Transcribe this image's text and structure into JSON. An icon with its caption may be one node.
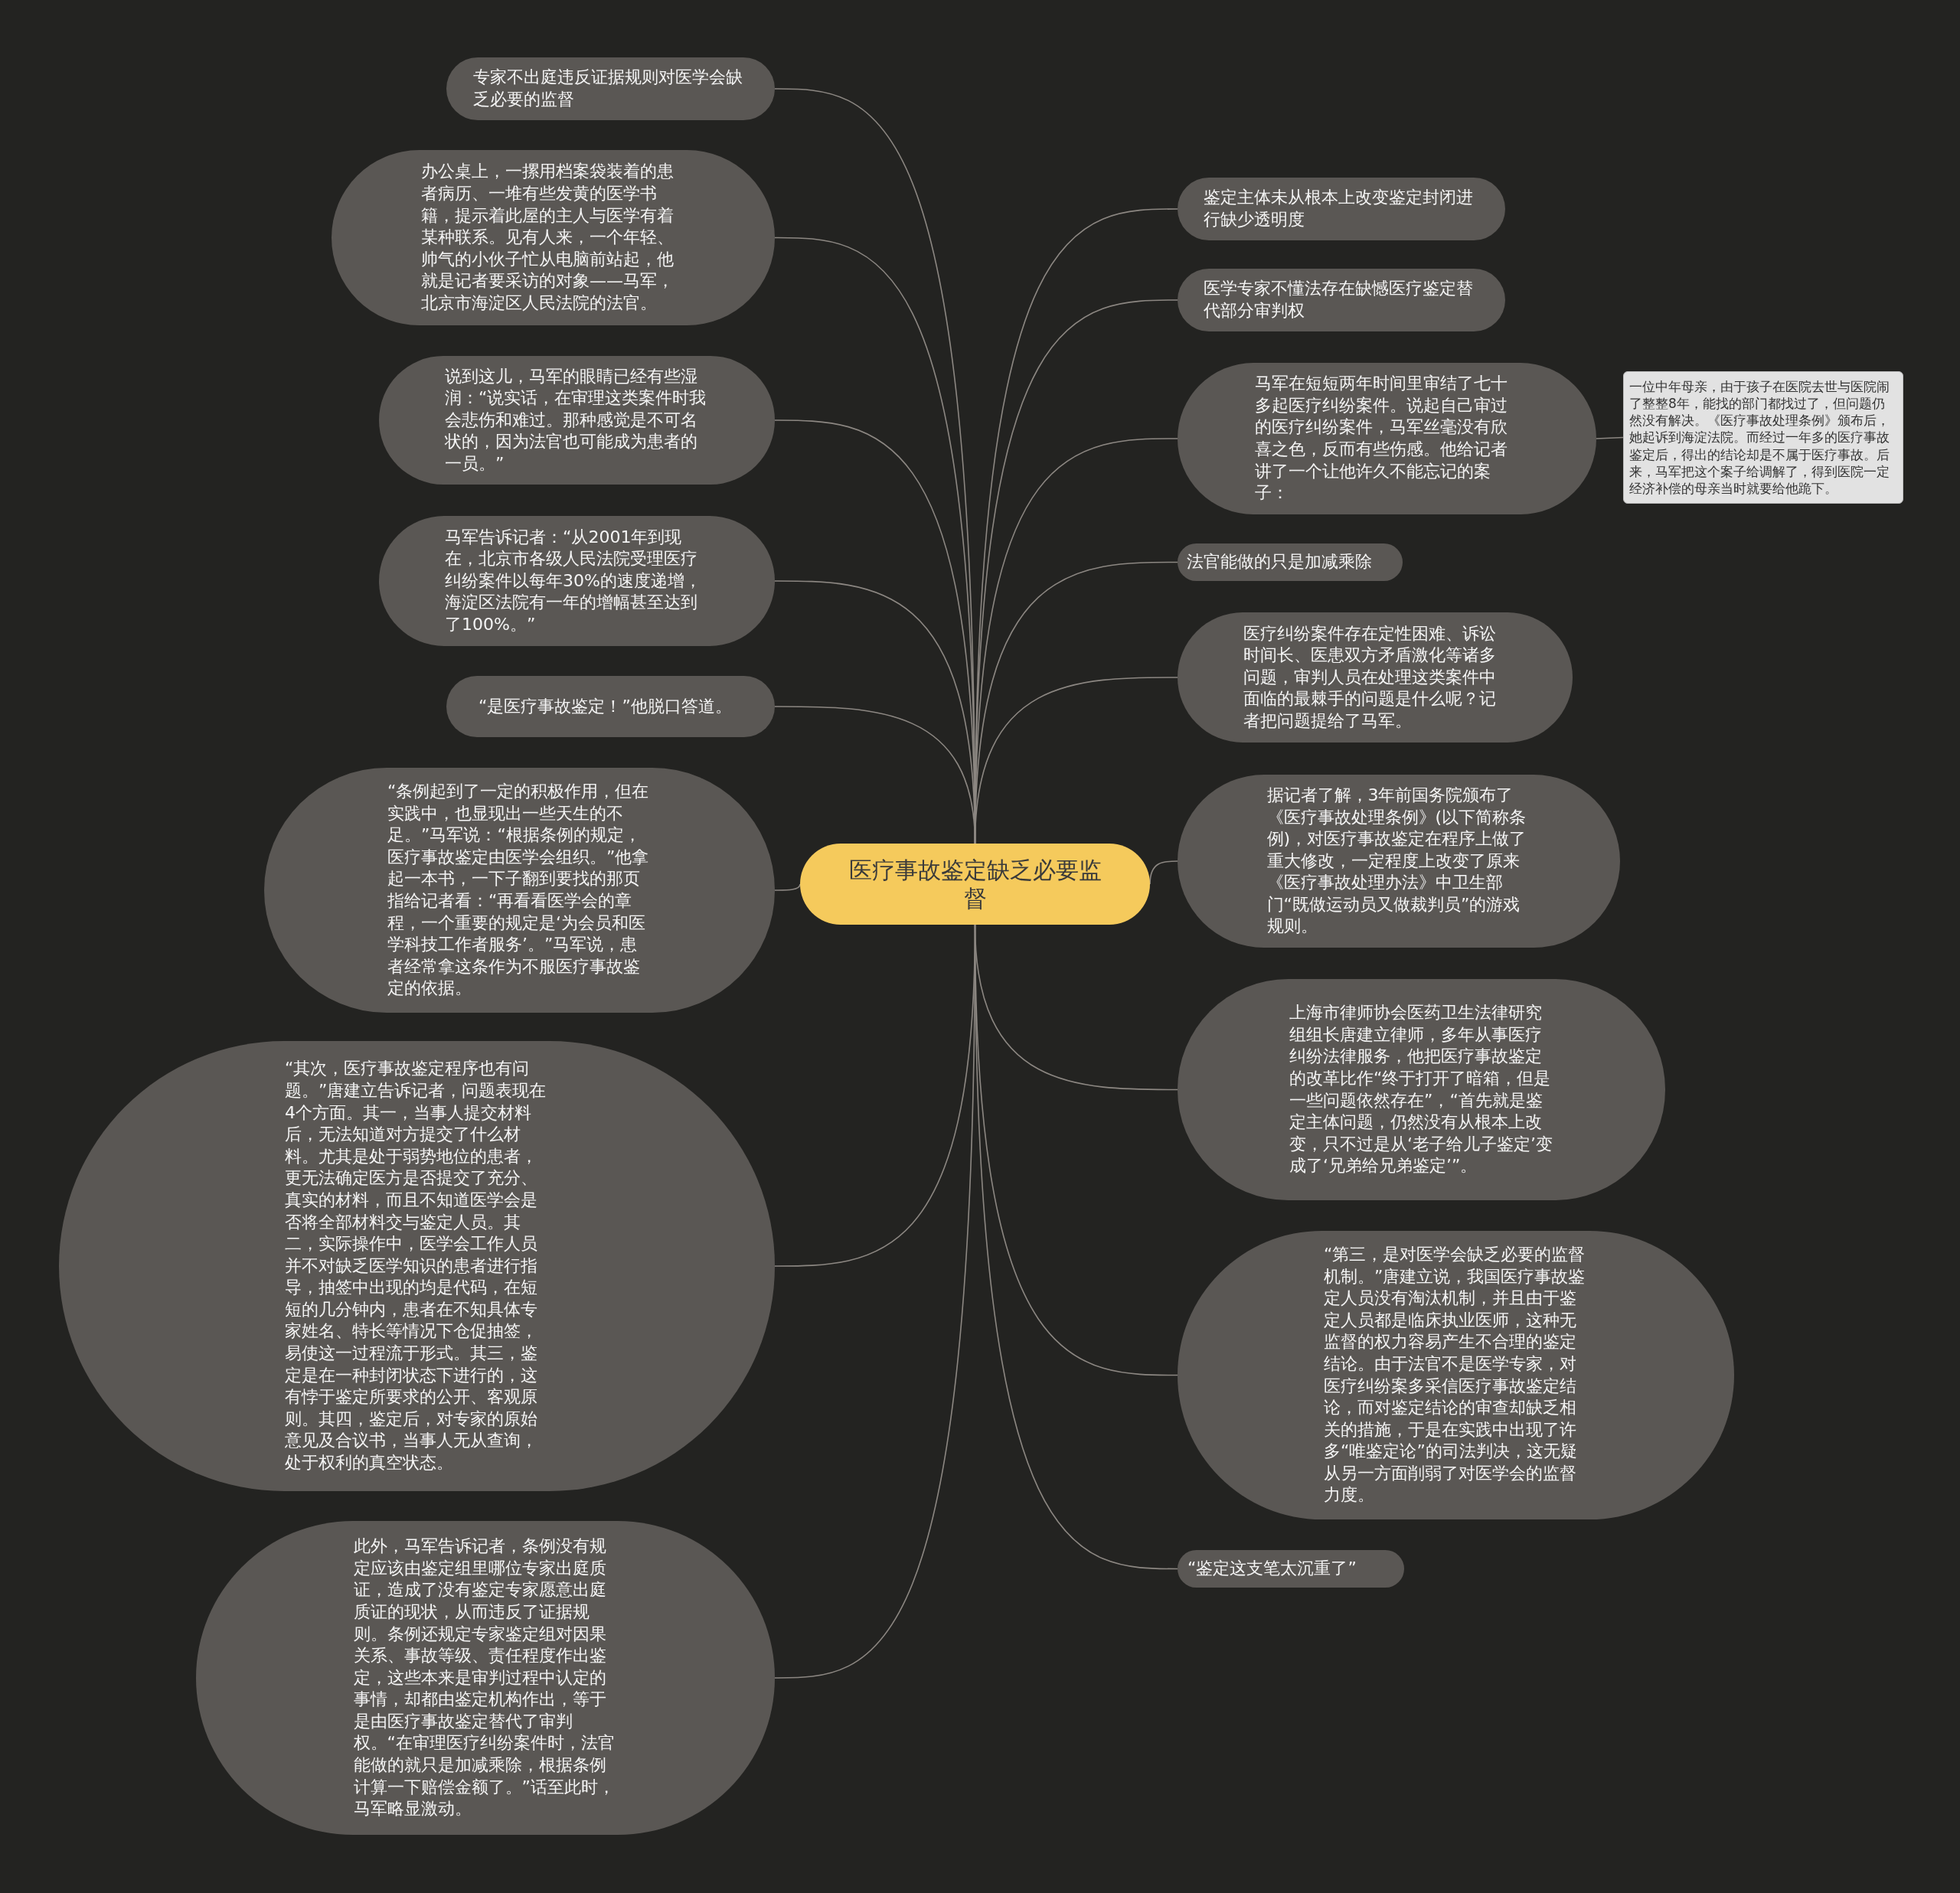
{
  "diagram": {
    "nodes": [
      {
        "text": [
          "医疗事故鉴定缺乏必要监督"
        ]
      },
      {
        "text": [
          "专家不出庭违反证据规则对医学会缺乏必要的监督"
        ]
      },
      {
        "text": [
          "办公桌上，一摞用档案袋装着的患者病历、一堆有些发黄的医学书籍，提示着此屋的主人与医学有着某种联系。见有人来，一个年轻、帅气的小伙子忙从电脑前站起，他就是记者要采访的对象——马军，北京市海淀区人民法院的法官。"
        ]
      },
      {
        "text": [
          "说到这儿，马军的眼睛已经有些湿润：“说实话，在审理这类案件时我会悲伤和难过。那种感觉是不可名状的，因为法官也可能成为患者的一员。”"
        ]
      },
      {
        "text": [
          "马军告诉记者：“从2001年到现在，北京市各级人民法院受理医疗纠纷案件以每年30%的速度递增，海淀区法院有一年的增幅甚至达到了100%。”"
        ]
      },
      {
        "text": [
          "“是医疗事故鉴定！”他脱口答道。"
        ]
      },
      {
        "text": [
          "“条例起到了一定的积极作用，但在实践中，也显现出一些天生的不足。”马军说：“根据条例的规定，医疗事故鉴定由医学会组织。”他拿起一本书，一下子翻到要找的那页指给记者看：“再看看医学会的章程，一个重要的规定是‘为会员和医学科技工作者服务’。”马军说，患者经常拿这条作为不服医疗事故鉴定的依据。"
        ]
      },
      {
        "text": [
          "“其次，医疗事故鉴定程序也有问题。”唐建立告诉记者，问题表现在4个方面。其一，当事人提交材料后，无法知道对方提交了什么材料。尤其是处于弱势地位的患者，更无法确定医方是否提交了充分、真实的材料，而且不知道医学会是否将全部材料交与鉴定人员。其二，实际操作中，医学会工作人员并不对缺乏医学知识的患者进行指导，抽签中出现的均是代码，在短短的几分钟内，患者在不知具体专家姓名、特长等情况下仓促抽签，易使这一过程流于形式。其三，鉴定是在一种封闭状态下进行的，这有悖于鉴定所要求的公开、客观原则。其四，鉴定后，对专家的原始意见及合议书，当事人无从查询，处于权利的真空状态。"
        ]
      },
      {
        "text": [
          "此外，马军告诉记者，条例没有规定应该由鉴定组里哪位专家出庭质证，造成了没有鉴定专家愿意出庭质证的现状，从而违反了证据规则。条例还规定专家鉴定组对因果关系、事故等级、责任程度作出鉴定，这些本来是审判过程中认定的事情，却都由鉴定机构作出，等于是由医疗事故鉴定替代了审判权。“在审理医疗纠纷案件时，法官能做的就只是加减乘除，根据条例计算一下赔偿金额了。”话至此时，马军略显激动。"
        ]
      },
      {
        "text": [
          "鉴定主体未从根本上改变鉴定封闭进行缺少透明度"
        ]
      },
      {
        "text": [
          "医学专家不懂法存在缺憾医疗鉴定替代部分审判权"
        ]
      },
      {
        "text": [
          "马军在短短两年时间里审结了七十多起医疗纠纷案件。说起自己审过的医疗纠纷案件，马军丝毫没有欣喜之色，反而有些伤感。他给记者讲了一个让他许久不能忘记的案子："
        ]
      },
      {
        "text": [
          "一位中年母亲，由于孩子在医院去世与医院闹了整整8年，能找的部门都找过了，但问题仍然没有解决。《医疗事故处理条例》颁布后，她起诉到海淀法院。而经过一年多的医疗事故鉴定后，得出的结论却是不属于医疗事故。后来，马军把这个案子给调解了，得到医院一定经济补偿的母亲当时就要给他跪下。"
        ]
      },
      {
        "text": [
          "法官能做的只是加减乘除"
        ]
      },
      {
        "text": [
          "医疗纠纷案件存在定性困难、诉讼时间长、医患双方矛盾激化等诸多问题，审判人员在处理这类案件中面临的最棘手的问题是什么呢？记者把问题提给了马军。"
        ]
      },
      {
        "text": [
          "据记者了解，3年前国务院颁布了《医疗事故处理条例》(以下简称条例)，对医疗事故鉴定在程序上做了重大修改，一定程度上改变了原来《医疗事故处理办法》中卫生部门“既做运动员又做裁判员”的游戏规则。"
        ]
      },
      {
        "text": [
          "上海市律师协会医药卫生法律研究组组长唐建立律师，多年从事医疗纠纷法律服务，他把医疗事故鉴定的改革比作“终于打开了暗箱，但是一些问题依然存在”，“首先就是鉴定主体问题，仍然没有从根本上改变，只不过是从‘老子给儿子鉴定’变成了‘兄弟给兄弟鉴定’”。"
        ]
      },
      {
        "text": [
          "“第三，是对医学会缺乏必要的监督机制。”唐建立说，我国医疗事故鉴定人员没有淘汰机制，并且由于鉴定人员都是临床执业医师，这种无监督的权力容易产生不合理的鉴定结论。由于法官不是医学专家，对医疗纠纷案多采信医疗事故鉴定结论，而对鉴定结论的审查却缺乏相关的措施，于是在实践中出现了许多“唯鉴定论”的司法判决，这无疑从另一方面削弱了对医学会的监督力度。"
        ]
      },
      {
        "text": [
          "“鉴定这支笔太沉重了”"
        ]
      }
    ],
    "edges": [
      {
        "from": 0,
        "to": 1,
        "arrow": "none"
      },
      {
        "from": 0,
        "to": 2,
        "arrow": "none"
      },
      {
        "from": 0,
        "to": 3,
        "arrow": "none"
      },
      {
        "from": 0,
        "to": 4,
        "arrow": "none"
      },
      {
        "from": 0,
        "to": 5,
        "arrow": "none"
      },
      {
        "from": 0,
        "to": 6,
        "arrow": "none"
      },
      {
        "from": 0,
        "to": 7,
        "arrow": "none"
      },
      {
        "from": 0,
        "to": 8,
        "arrow": "none"
      },
      {
        "from": 0,
        "to": 9,
        "arrow": "none"
      },
      {
        "from": 0,
        "to": 10,
        "arrow": "none"
      },
      {
        "from": 0,
        "to": 11,
        "arrow": "none"
      },
      {
        "from": 11,
        "to": 12,
        "arrow": "none"
      },
      {
        "from": 0,
        "to": 13,
        "arrow": "none"
      },
      {
        "from": 0,
        "to": 14,
        "arrow": "none"
      },
      {
        "from": 0,
        "to": 15,
        "arrow": "none"
      },
      {
        "from": 0,
        "to": 16,
        "arrow": "none"
      },
      {
        "from": 0,
        "to": 17,
        "arrow": "none"
      },
      {
        "from": 0,
        "to": 18,
        "arrow": "none"
      }
    ]
  }
}
